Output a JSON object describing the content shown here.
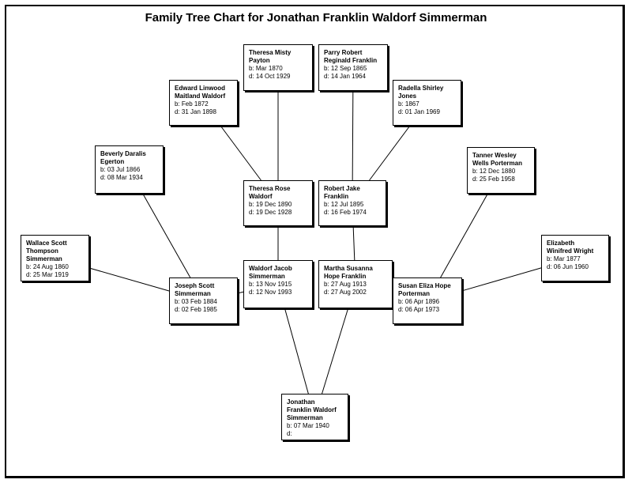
{
  "title": "Family Tree Chart for Jonathan Franklin Waldorf Simmerman",
  "people": {
    "jonathan": {
      "name": "Jonathan\nFranklin Waldorf\nSimmerman",
      "birth": "b: 07 Mar 1940",
      "death": "d:"
    },
    "waldorf_jacob": {
      "name": "Waldorf Jacob\nSimmerman",
      "birth": "b: 13 Nov 1915",
      "death": "d: 12 Nov 1993"
    },
    "martha": {
      "name": "Martha Susanna\nHope Franklin",
      "birth": "b: 27 Aug 1913",
      "death": "d: 27 Aug 2002"
    },
    "joseph": {
      "name": "Joseph Scott\nSimmerman",
      "birth": "b: 03 Feb 1884",
      "death": "d: 02 Feb 1985"
    },
    "theresa_rose": {
      "name": "Theresa Rose\nWaldorf",
      "birth": "b: 19 Dec 1890",
      "death": "d: 19 Dec 1928"
    },
    "robert_jake": {
      "name": "Robert Jake\nFranklin",
      "birth": "b: 12 Jul 1895",
      "death": "d: 16 Feb 1974"
    },
    "susan": {
      "name": "Susan Eliza Hope\nPorterman",
      "birth": "b: 06 Apr 1896",
      "death": "d: 06 Apr 1973"
    },
    "wallace": {
      "name": "Wallace Scott\nThompson\nSimmerman",
      "birth": "b: 24 Aug 1860",
      "death": "d: 25 Mar 1919"
    },
    "beverly": {
      "name": "Beverly Daralis\nEgerton",
      "birth": "b: 03 Jul 1866",
      "death": "d: 08 Mar 1934"
    },
    "edward": {
      "name": "Edward Linwood\nMaitland Waldorf",
      "birth": "b: Feb 1872",
      "death": "d: 31 Jan 1898"
    },
    "theresa_misty": {
      "name": "Theresa Misty\nPayton",
      "birth": "b: Mar 1870",
      "death": "d: 14 Oct 1929"
    },
    "parry": {
      "name": "Parry Robert\nReginald Franklin",
      "birth": "b: 12 Sep 1865",
      "death": "d: 14 Jan 1964"
    },
    "radella": {
      "name": "Radella Shirley\nJones",
      "birth": "b: 1867",
      "death": "d: 01 Jan 1969"
    },
    "tanner": {
      "name": "Tanner Wesley\nWells Porterman",
      "birth": "b: 12 Dec 1880",
      "death": "d: 25 Feb 1958"
    },
    "elizabeth": {
      "name": "Elizabeth\nWinifred Wright",
      "birth": "b: Mar 1877",
      "death": "d: 06 Jun 1960"
    }
  },
  "relations": [
    [
      "jonathan",
      "waldorf_jacob"
    ],
    [
      "jonathan",
      "martha"
    ],
    [
      "waldorf_jacob",
      "joseph"
    ],
    [
      "waldorf_jacob",
      "theresa_rose"
    ],
    [
      "martha",
      "robert_jake"
    ],
    [
      "martha",
      "susan"
    ],
    [
      "joseph",
      "wallace"
    ],
    [
      "joseph",
      "beverly"
    ],
    [
      "theresa_rose",
      "edward"
    ],
    [
      "theresa_rose",
      "theresa_misty"
    ],
    [
      "robert_jake",
      "parry"
    ],
    [
      "robert_jake",
      "radella"
    ],
    [
      "susan",
      "tanner"
    ],
    [
      "susan",
      "elizabeth"
    ]
  ]
}
